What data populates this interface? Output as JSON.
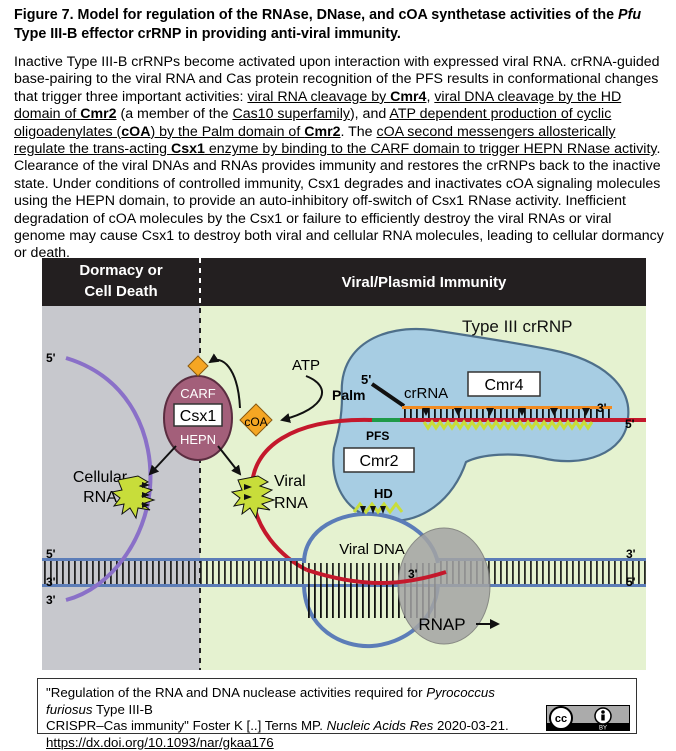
{
  "title": {
    "prefix": "Figure 7. Model for regulation of the RNAse, DNase, and cOA synthetase activities of the ",
    "italic": "Pfu",
    "suffix": " Type III-B effector crRNP in providing anti-viral immunity."
  },
  "body": {
    "s1": "Inactive Type III-B crRNPs become activated upon interaction with expressed viral RNA. crRNA-guided base-pairing to the viral RNA and Cas protein recognition of the PFS results in conformational changes that trigger three important activities: ",
    "u1": "viral RNA cleavage by ",
    "u1b": "Cmr4",
    "s2": ", ",
    "u2": "viral DNA cleavage by the HD domain of ",
    "u2b": "Cmr2",
    "s3": " (a member of the ",
    "u3": "Cas10 superfamily",
    "s4": "), and ",
    "u4": "ATP dependent production of cyclic oligoadenylates (",
    "u4b": "cOA",
    "u4c": ") by the Palm domain of ",
    "u4d": "Cmr2",
    "s5": ". The ",
    "u5": "cOA second messengers allosterically regulate the trans-acting ",
    "u5b": "Csx1",
    "u5c": " enzyme by binding to the CARF domain to trigger HEPN RNase activity",
    "s6": ". Clearance of the viral DNAs and RNAs provides immunity and restores the crRNPs back to the inactive state. Under conditions of controlled immunity, Csx1 degrades and inactivates cOA signaling molecules using the HEPN domain, to provide an auto-inhibitory off-switch of Csx1 RNase activity. Inefficient degradation of cOA molecules by the Csx1 or failure to efficiently destroy the viral RNAs or viral genome may cause Csx1 to destroy both viral and cellular RNA molecules, leading to cellular dormancy or death."
  },
  "diagram": {
    "left_header_line1": "Dormacy or",
    "left_header_line2": "Cell Death",
    "right_header": "Viral/Plasmid Immunity",
    "crrnp_label": "Type III crRNP",
    "atp": "ATP",
    "carf": "CARF",
    "csx1": "Csx1",
    "hepn": "HEPN",
    "coa": "cOA",
    "palm": "Palm",
    "crrna": "crRNA",
    "cmr4": "Cmr4",
    "pfs": "PFS",
    "cmr2": "Cmr2",
    "hd": "HD",
    "viral_rna_line1": "Viral",
    "viral_rna_line2": "RNA",
    "cellular_rna_line1": "Cellular",
    "cellular_rna_line2": "RNA",
    "viral_dna": "Viral DNA",
    "rnap": "RNAP",
    "five_prime": "5'",
    "three_prime": "3'",
    "colors": {
      "gray_panel": "#c7c8cd",
      "green_panel": "#e5f2d0",
      "header": "#231f20",
      "crrnp": "#a7cde3",
      "csx1": "#a35f7a",
      "rna_red": "#c4182c",
      "dna_blue": "#5c7db8",
      "cellular_purple": "#8a70c8",
      "crrna_orange": "#f28a1f",
      "coa_orange": "#f5a623"
    }
  },
  "citation": {
    "line1_prefix": "\"Regulation of the RNA and DNA nuclease activities required for ",
    "line1_italic": "Pyrococcus furiosus",
    "line1_suffix": " Type III-B",
    "line2_prefix": "CRISPR–Cas immunity\" Foster K [..] Terns MP. ",
    "line2_italic": "Nucleic Acids Res",
    "line2_suffix": " 2020-03-21.",
    "link": "https://dx.doi.org/10.1093/nar/gkaa176",
    "cc_by": "BY"
  }
}
